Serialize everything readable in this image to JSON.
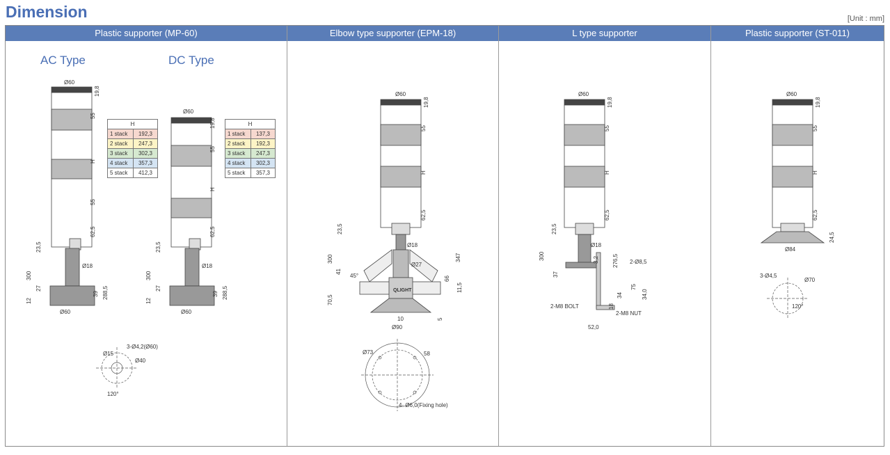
{
  "title": "Dimension",
  "unit": "[Unit : mm]",
  "panels": [
    {
      "header": "Plastic supporter (MP-60)",
      "ac_label": "AC Type",
      "dc_label": "DC Type",
      "ac_table": {
        "header": "H",
        "rows": [
          {
            "stack": "1 stack",
            "h": "192,3"
          },
          {
            "stack": "2 stack",
            "h": "247,3"
          },
          {
            "stack": "3 stack",
            "h": "302,3"
          },
          {
            "stack": "4 stack",
            "h": "357,3"
          },
          {
            "stack": "5 stack",
            "h": "412,3"
          }
        ]
      },
      "dc_table": {
        "header": "H",
        "rows": [
          {
            "stack": "1 stack",
            "h": "137,3"
          },
          {
            "stack": "2 stack",
            "h": "192,3"
          },
          {
            "stack": "3 stack",
            "h": "247,3"
          },
          {
            "stack": "4 stack",
            "h": "302,3"
          },
          {
            "stack": "5 stack",
            "h": "357,3"
          }
        ]
      },
      "dims": {
        "d60": "Ø60",
        "d18": "Ø18",
        "d15": "Ø15",
        "d40": "Ø40",
        "holes": "3-Ø4,2(Ø60)",
        "angle": "120°",
        "v198": "19,8",
        "v55": "55",
        "vH": "H",
        "v625": "62,5",
        "v235": "23,5",
        "v300": "300",
        "v27": "27",
        "v12": "12",
        "v39": "39",
        "v2885": "288,5"
      }
    },
    {
      "header": "Elbow type supporter (EPM-18)",
      "dims": {
        "d60": "Ø60",
        "d18": "Ø18",
        "d27": "Ø27",
        "d90": "Ø90",
        "d73": "Ø73",
        "v198": "19,8",
        "v55": "55",
        "vH": "H",
        "v625": "62,5",
        "v235": "23,5",
        "v300": "300",
        "v41": "41",
        "v45": "45°",
        "v66": "66",
        "v115": "11,5",
        "v347": "347",
        "v705": "70,5",
        "v10": "10",
        "v5": "5",
        "v58": "58",
        "holes": "4- Ø6,0(Fixing hole)",
        "logo": "QLIGHT"
      }
    },
    {
      "header": "L type supporter",
      "dims": {
        "d60": "Ø60",
        "d18": "Ø18",
        "v198": "19,8",
        "v55": "55",
        "vH": "H",
        "v625": "62,5",
        "v235": "23,5",
        "v300": "300",
        "v37": "37",
        "v32": "3,2",
        "v2765": "276,5",
        "hole": "2-Ø8,5",
        "v75": "75",
        "v34": "34",
        "v340": "34,0",
        "v18": "18",
        "bolt": "2-M8 BOLT",
        "nut": "2-M8 NUT",
        "v520": "52,0"
      }
    },
    {
      "header": "Plastic supporter (ST-011)",
      "dims": {
        "d60": "Ø60",
        "d84": "Ø84",
        "d70": "Ø70",
        "holes": "3-Ø4,5",
        "angle": "120°",
        "v198": "19,8",
        "v55": "55",
        "vH": "H",
        "v625": "62,5",
        "v245": "24,5"
      }
    }
  ]
}
